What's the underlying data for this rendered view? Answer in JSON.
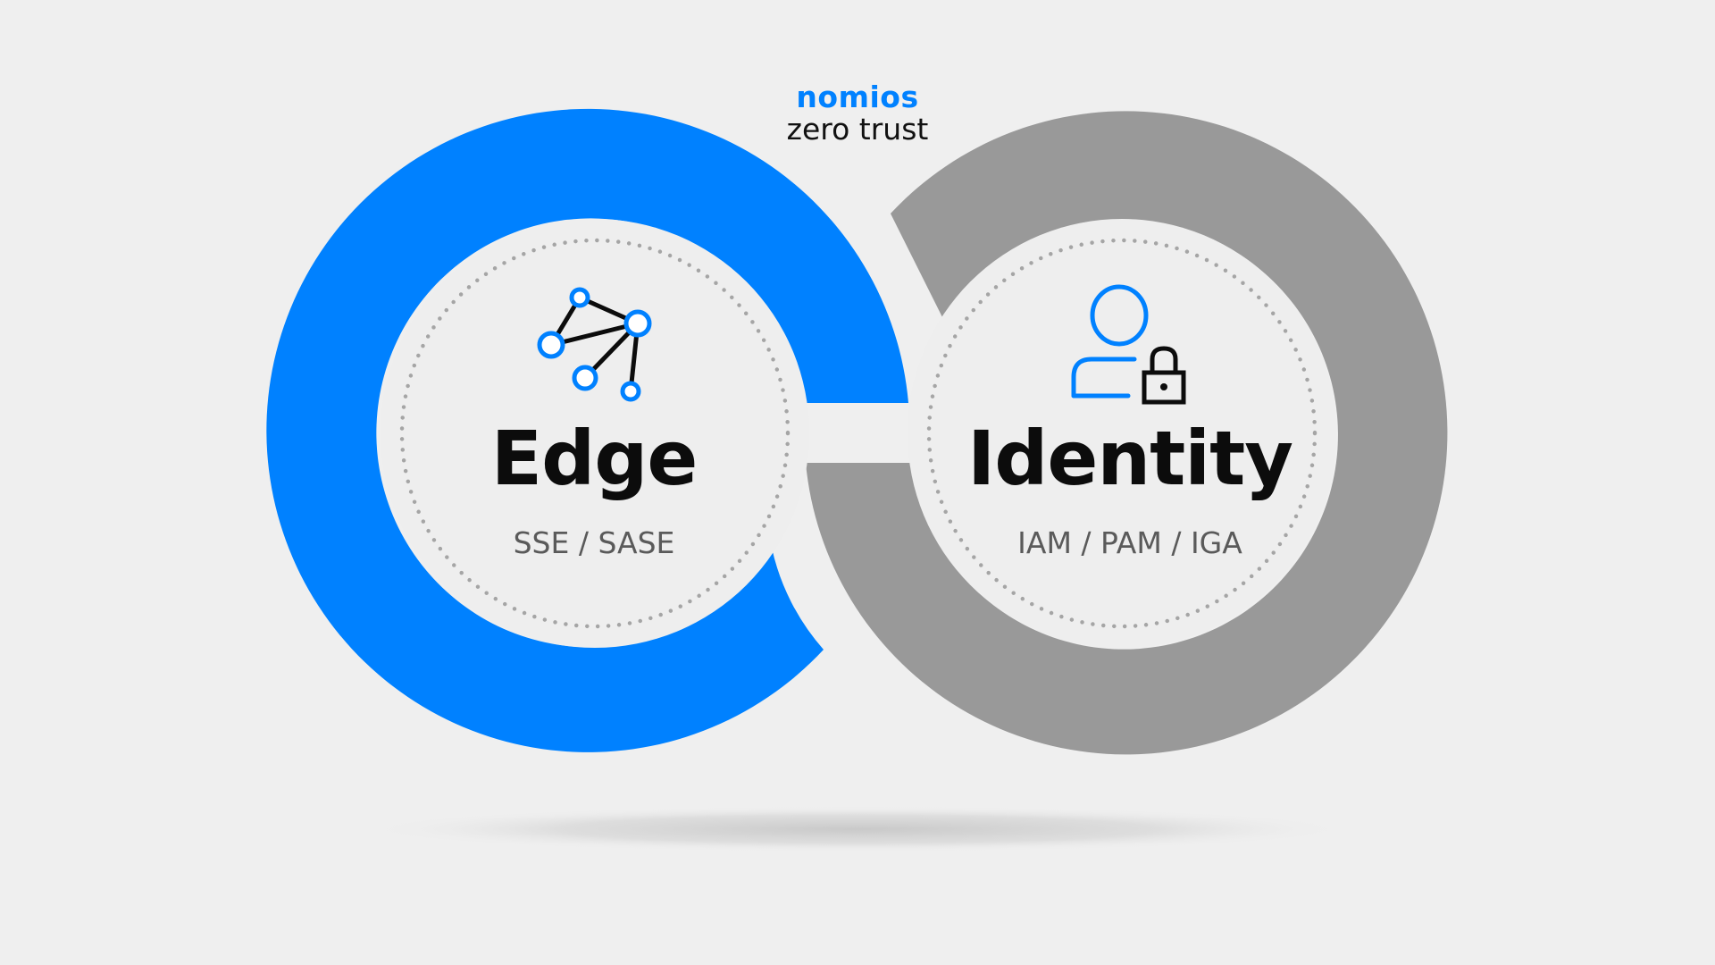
{
  "brand": {
    "name": "nomios",
    "tagline": "zero trust"
  },
  "pillars": [
    {
      "title": "Edge",
      "subtitle": "SSE / SASE",
      "icon": "network-nodes-icon",
      "ring_color": "#0081ff"
    },
    {
      "title": "Identity",
      "subtitle": "IAM / PAM / IGA",
      "icon": "user-lock-icon",
      "ring_color": "#999999"
    }
  ],
  "colors": {
    "background": "#efefef",
    "accent": "#0081ff",
    "inner_fill": "#eeeeee",
    "dots": "#a5a5a5",
    "text": "#0c0c0c"
  }
}
